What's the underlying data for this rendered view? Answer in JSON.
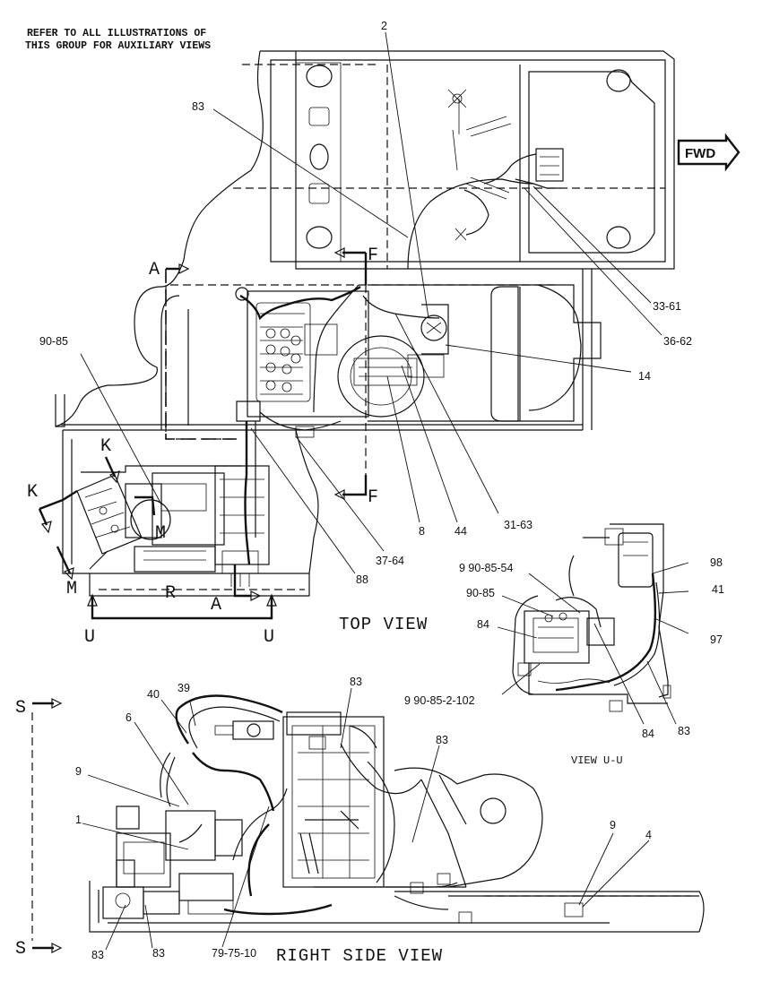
{
  "notes": {
    "auxiliary_line1": "REFER TO ALL ILLUSTRATIONS OF",
    "auxiliary_line2": "THIS GROUP FOR AUXILIARY VIEWS"
  },
  "direction": {
    "fwd": "FWD"
  },
  "view_titles": {
    "top": "TOP VIEW",
    "right_side": "RIGHT SIDE VIEW",
    "view_uu": "VIEW U-U"
  },
  "section_markers": {
    "A": "A",
    "F": "F",
    "K": "K",
    "M": "M",
    "R": "R",
    "U": "U",
    "S": "S"
  },
  "callouts": {
    "c2": "2",
    "c83": "83",
    "c33_61": "33-61",
    "c36_62": "36-62",
    "c14": "14",
    "c90_85": "90-85",
    "c8": "8",
    "c44": "44",
    "c31_63": "31-63",
    "c37_64": "37-64",
    "c88": "88",
    "c9_90_85_54": "9 90-85-54",
    "c98": "98",
    "c41": "41",
    "c97": "97",
    "c84": "84",
    "c9_90_85_2_102": "9 90-85-2-102",
    "c39": "39",
    "c40": "40",
    "c6": "6",
    "c9": "9",
    "c1": "1",
    "c4": "4",
    "c79_75_10": "79-75-10"
  }
}
